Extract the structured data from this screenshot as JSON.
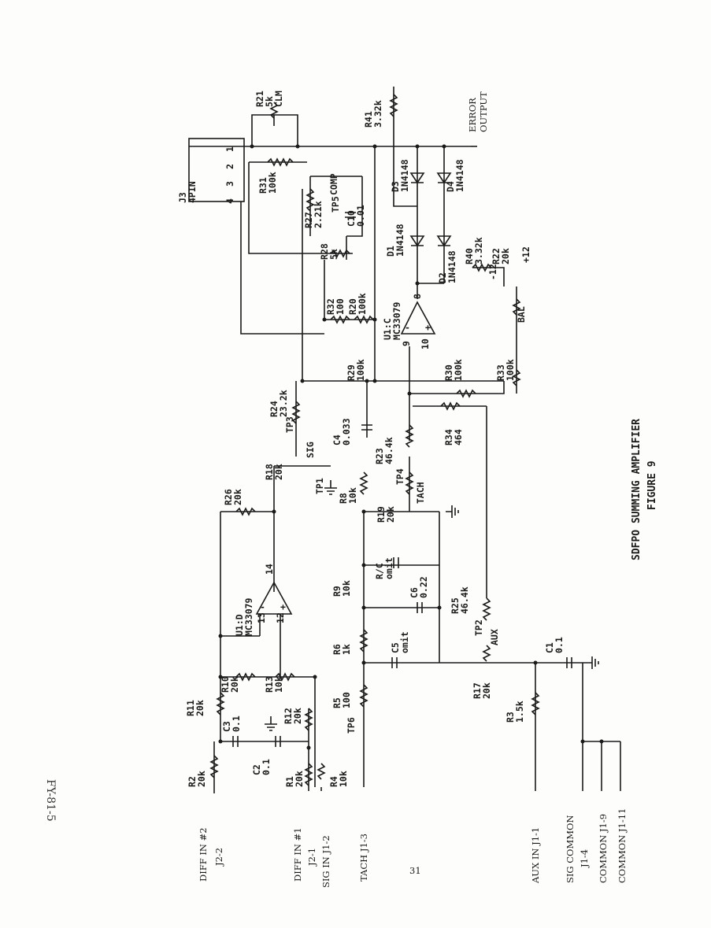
{
  "handwritten_ref": "FY-81-5",
  "page_number": "31",
  "title": "SDFPO SUMMING AMPLIFIER",
  "figure": "FIGURE 9",
  "inputs": {
    "diff2": "DIFF IN #2",
    "diff2_pin": "J2-2",
    "diff1": "DIFF IN #1",
    "diff1_pin": "J2-1",
    "sig_in": "SIG IN J1-2",
    "tach": "TACH J1-3",
    "aux": "AUX IN J1-1",
    "sig_common": "SIG COMMON",
    "sig_common_pin": "J1-4",
    "common9": "COMMON J1-9",
    "common11": "COMMON J1-11"
  },
  "output": {
    "line1": "ERROR",
    "line2": "OUTPUT"
  },
  "connector": {
    "name": "J3",
    "desc": "4PIN",
    "pins": [
      "1",
      "2",
      "3",
      "4"
    ]
  },
  "opamps": [
    {
      "name": "U1:D",
      "part": "MC33079",
      "pins": [
        "13",
        "12",
        "14"
      ]
    },
    {
      "name": "U1:C",
      "part": "MC33079",
      "pins": [
        "9",
        "10",
        "8"
      ]
    }
  ],
  "resistors": [
    {
      "ref": "R1",
      "value": "20k"
    },
    {
      "ref": "R2",
      "value": "20k"
    },
    {
      "ref": "R3",
      "value": "1.5k"
    },
    {
      "ref": "R4",
      "value": "10k"
    },
    {
      "ref": "R5",
      "value": "100"
    },
    {
      "ref": "R6",
      "value": "1k"
    },
    {
      "ref": "R8",
      "value": "10k"
    },
    {
      "ref": "R9",
      "value": "10k"
    },
    {
      "ref": "R10",
      "value": "20k"
    },
    {
      "ref": "R11",
      "value": "20k"
    },
    {
      "ref": "R12",
      "value": "20k"
    },
    {
      "ref": "R13",
      "value": "10k"
    },
    {
      "ref": "R17",
      "value": "20k"
    },
    {
      "ref": "R18",
      "value": "20k"
    },
    {
      "ref": "R19",
      "value": "20k"
    },
    {
      "ref": "R20",
      "value": "100k"
    },
    {
      "ref": "R21",
      "value": "5k",
      "note": "CLM"
    },
    {
      "ref": "R22",
      "value": "20k"
    },
    {
      "ref": "R23",
      "value": "46.4k"
    },
    {
      "ref": "R24",
      "value": "23.2k"
    },
    {
      "ref": "R25",
      "value": "46.4k"
    },
    {
      "ref": "R26",
      "value": "20k"
    },
    {
      "ref": "R27",
      "value": "2.21k"
    },
    {
      "ref": "R28",
      "value": "5k"
    },
    {
      "ref": "R29",
      "value": "100k"
    },
    {
      "ref": "R30",
      "value": "100k"
    },
    {
      "ref": "R31",
      "value": "100k"
    },
    {
      "ref": "R32",
      "value": "100"
    },
    {
      "ref": "R33",
      "value": "100k"
    },
    {
      "ref": "R34",
      "value": "464"
    },
    {
      "ref": "R40",
      "value": "3.32k"
    },
    {
      "ref": "R41",
      "value": "3.32k"
    }
  ],
  "capacitors": [
    {
      "ref": "C1",
      "value": "0.1"
    },
    {
      "ref": "C2",
      "value": "0.1"
    },
    {
      "ref": "C3",
      "value": "0.1"
    },
    {
      "ref": "C4",
      "value": "0.033"
    },
    {
      "ref": "C5",
      "value": "omit"
    },
    {
      "ref": "C6",
      "value": "0.22"
    },
    {
      "ref": "C10",
      "value": "0.01"
    },
    {
      "ref": "R/C",
      "value": "omit"
    }
  ],
  "diodes": [
    {
      "ref": "D1",
      "part": "1N4148"
    },
    {
      "ref": "D2",
      "part": "1N4148"
    },
    {
      "ref": "D3",
      "part": "1N4148"
    },
    {
      "ref": "D4",
      "part": "1N4148"
    }
  ],
  "test_points": [
    "TP1",
    "TP2",
    "TP3",
    "TP4",
    "TP5",
    "TP6"
  ],
  "test_point_labels": [
    "SIG",
    "TACH",
    "AUX",
    "COMP",
    "BAL"
  ],
  "pot_end_labels": [
    "+12",
    "-12"
  ]
}
